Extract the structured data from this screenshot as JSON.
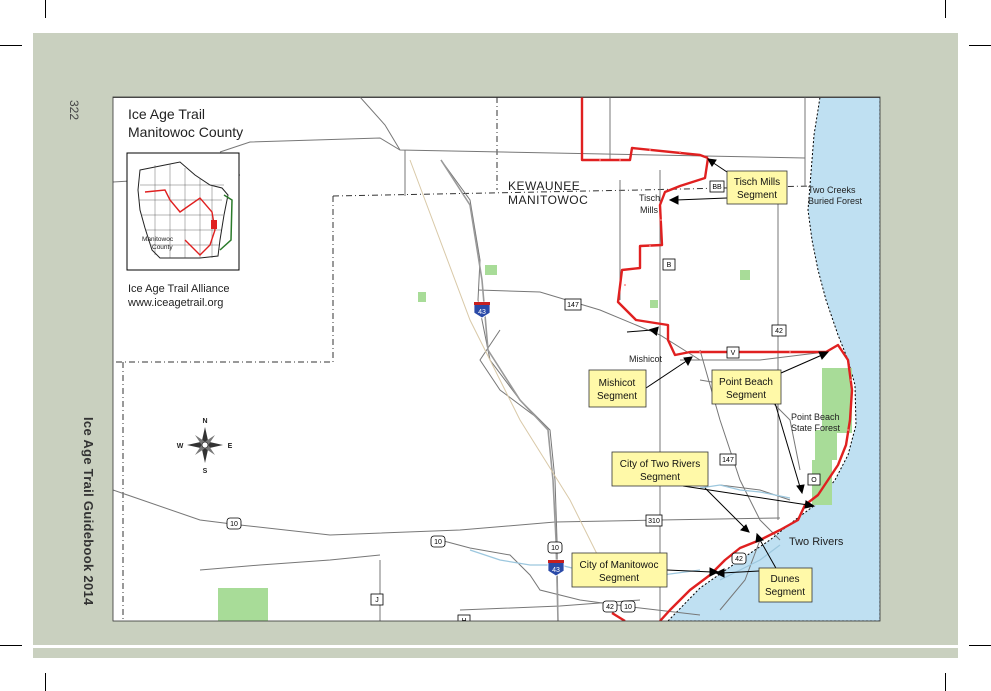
{
  "page": {
    "number": "322",
    "spine_text": "Ice Age Trail Guidebook 2014"
  },
  "map": {
    "title_line1": "Ice Age Trail",
    "title_line2": "Manitowoc County",
    "inset_label": "Manitowoc\nCounty",
    "org_name": "Ice Age Trail Alliance",
    "org_url": "www.iceagetrail.org",
    "county_labels": {
      "north": "KEWAUNEE",
      "south": "MANITOWOC"
    },
    "places": {
      "tisch_mills": "Tisch\nMills",
      "mishicot": "Mishicot",
      "two_creeks": "Two Creeks\nBuried Forest",
      "point_beach_forest": "Point Beach\nState Forest",
      "two_rivers": "Two Rivers"
    },
    "callouts": {
      "tisch_mills": "Tisch Mills\nSegment",
      "mishicot": "Mishicot\nSegment",
      "point_beach": "Point Beach\nSegment",
      "city_two_rivers": "City of Two Rivers\nSegment",
      "city_manitowoc": "City of Manitowoc\nSegment",
      "dunes": "Dunes\nSegment"
    },
    "compass": {
      "n": "N",
      "s": "S",
      "e": "E",
      "w": "W"
    },
    "route_shields": {
      "bb": "BB",
      "b": "B",
      "v": "V",
      "o": "O",
      "j": "J",
      "h": "H",
      "r42a": "42",
      "r42b": "42",
      "r42c": "42",
      "r147a": "147",
      "r147b": "147",
      "r310": "310",
      "r10a": "10",
      "r10b": "10",
      "r10c": "10",
      "r10d": "10",
      "i43a": "43",
      "i43b": "43"
    },
    "colors": {
      "water": "#bfe0f2",
      "trail": "#e02020",
      "park": "#a8dc98",
      "callout": "#fff9a8",
      "background_band": "#c9d0bf"
    }
  }
}
